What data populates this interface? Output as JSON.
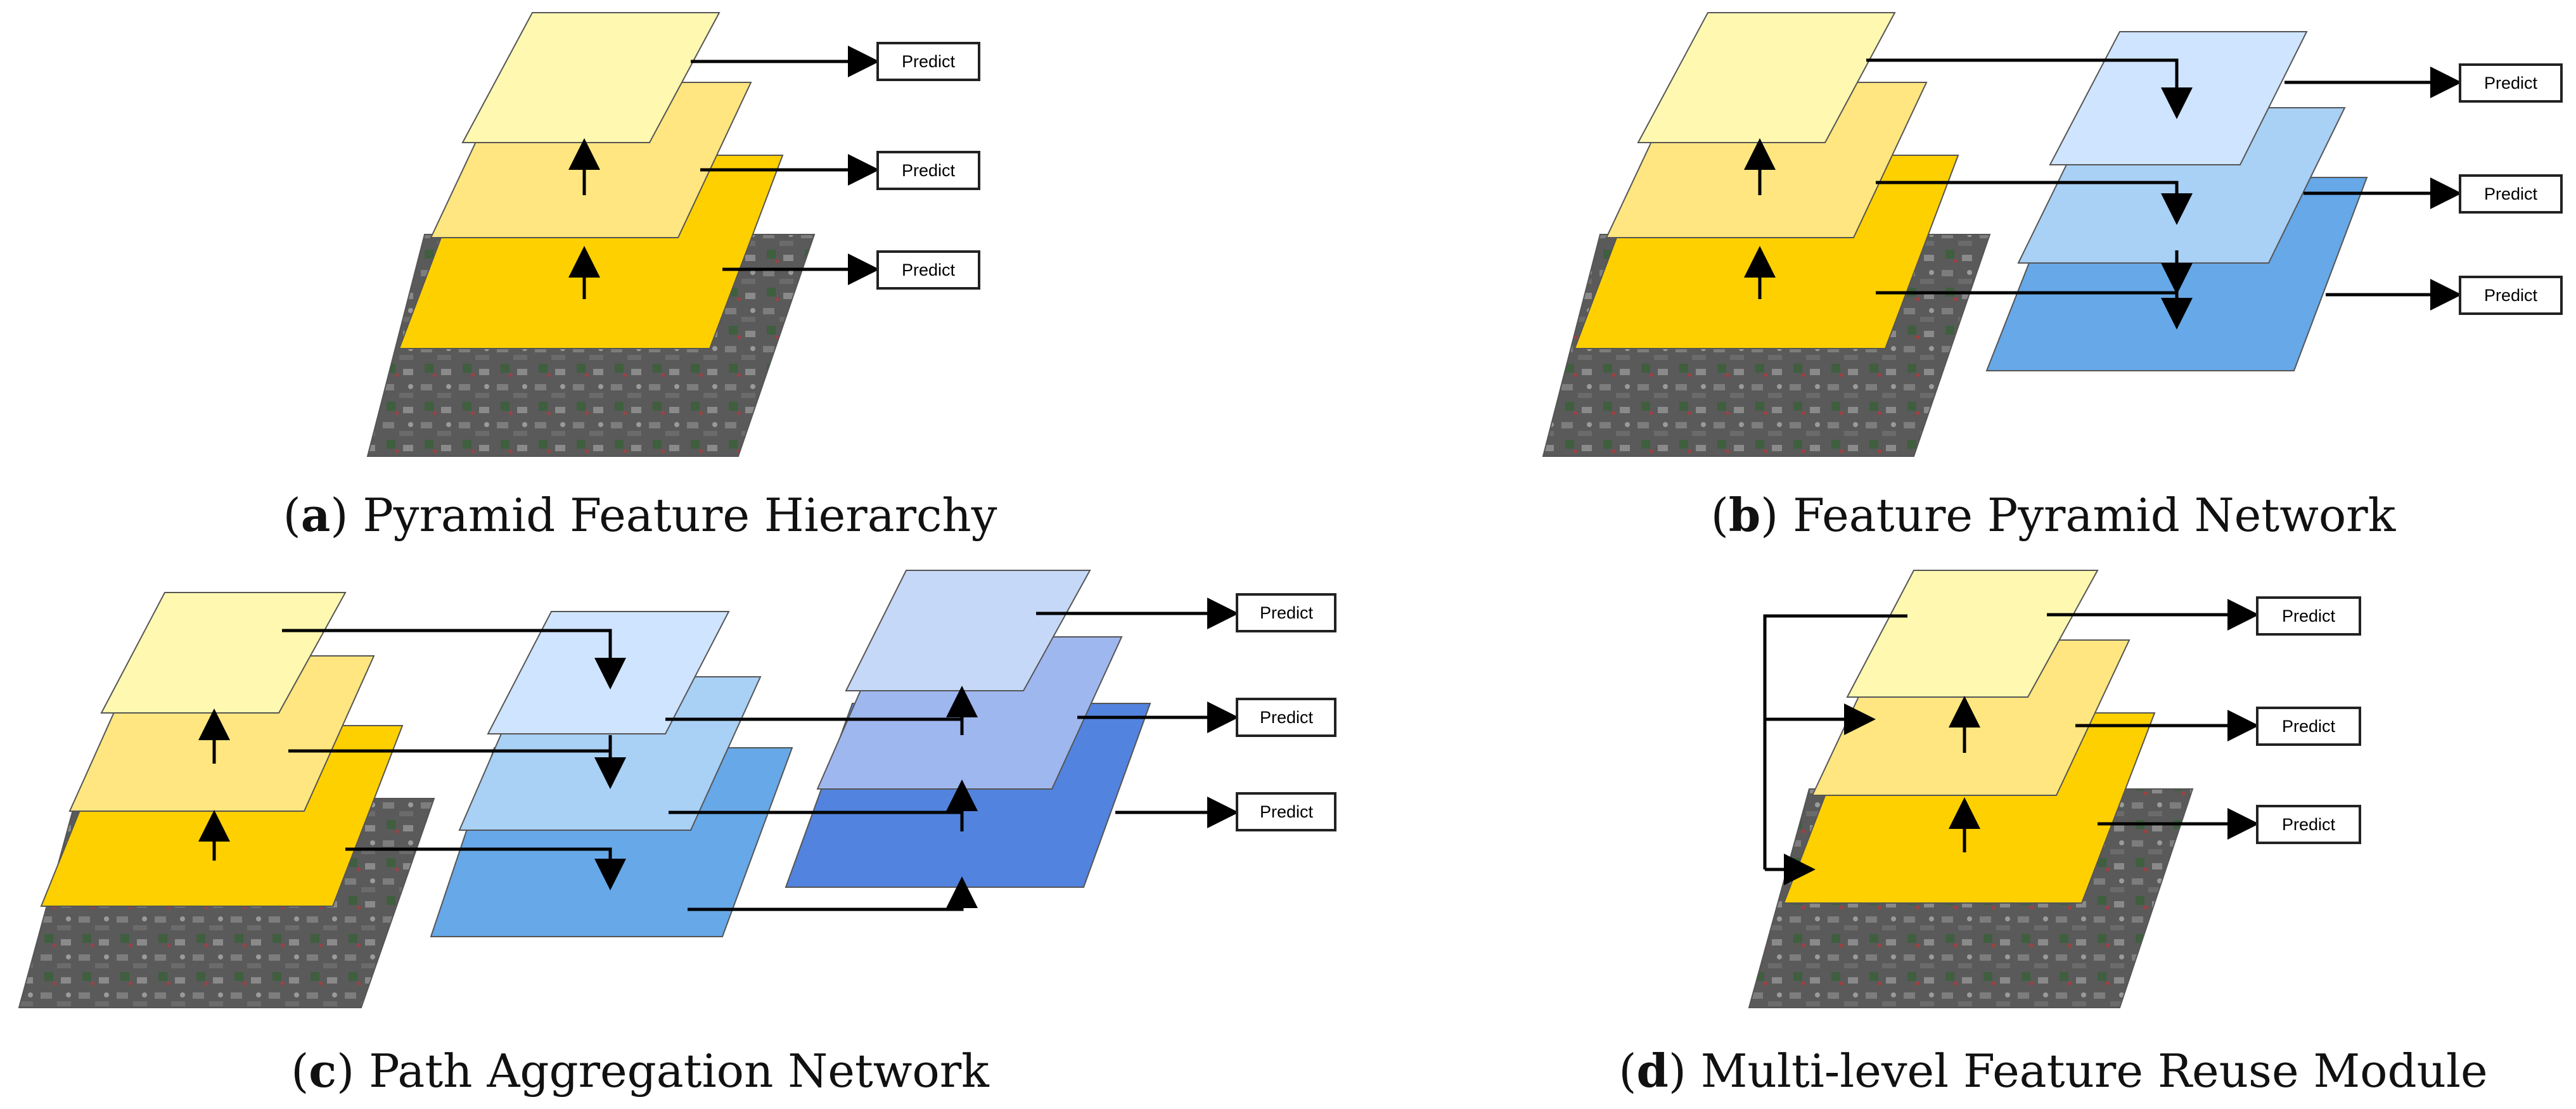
{
  "predict_label": "Predict",
  "colors": {
    "yellow_top": "#fff8b0",
    "yellow_mid": "#ffe680",
    "yellow_bottom": "#ffd000",
    "blue_top": "#cfe4ff",
    "blue_mid": "#a9d0f5",
    "blue_bottom": "#66a8e8",
    "pan_top": "#c6d8f7",
    "pan_mid": "#9fb7ef",
    "pan_bottom": "#5283de",
    "image_tile": "#606060"
  },
  "panels": {
    "a": {
      "letter": "a",
      "title": "Pyramid Feature Hierarchy"
    },
    "b": {
      "letter": "b",
      "title": "Feature Pyramid Network"
    },
    "c": {
      "letter": "c",
      "title": "Path Aggregation Network"
    },
    "d": {
      "letter": "d",
      "title": "Multi-level Feature Reuse Module"
    }
  }
}
